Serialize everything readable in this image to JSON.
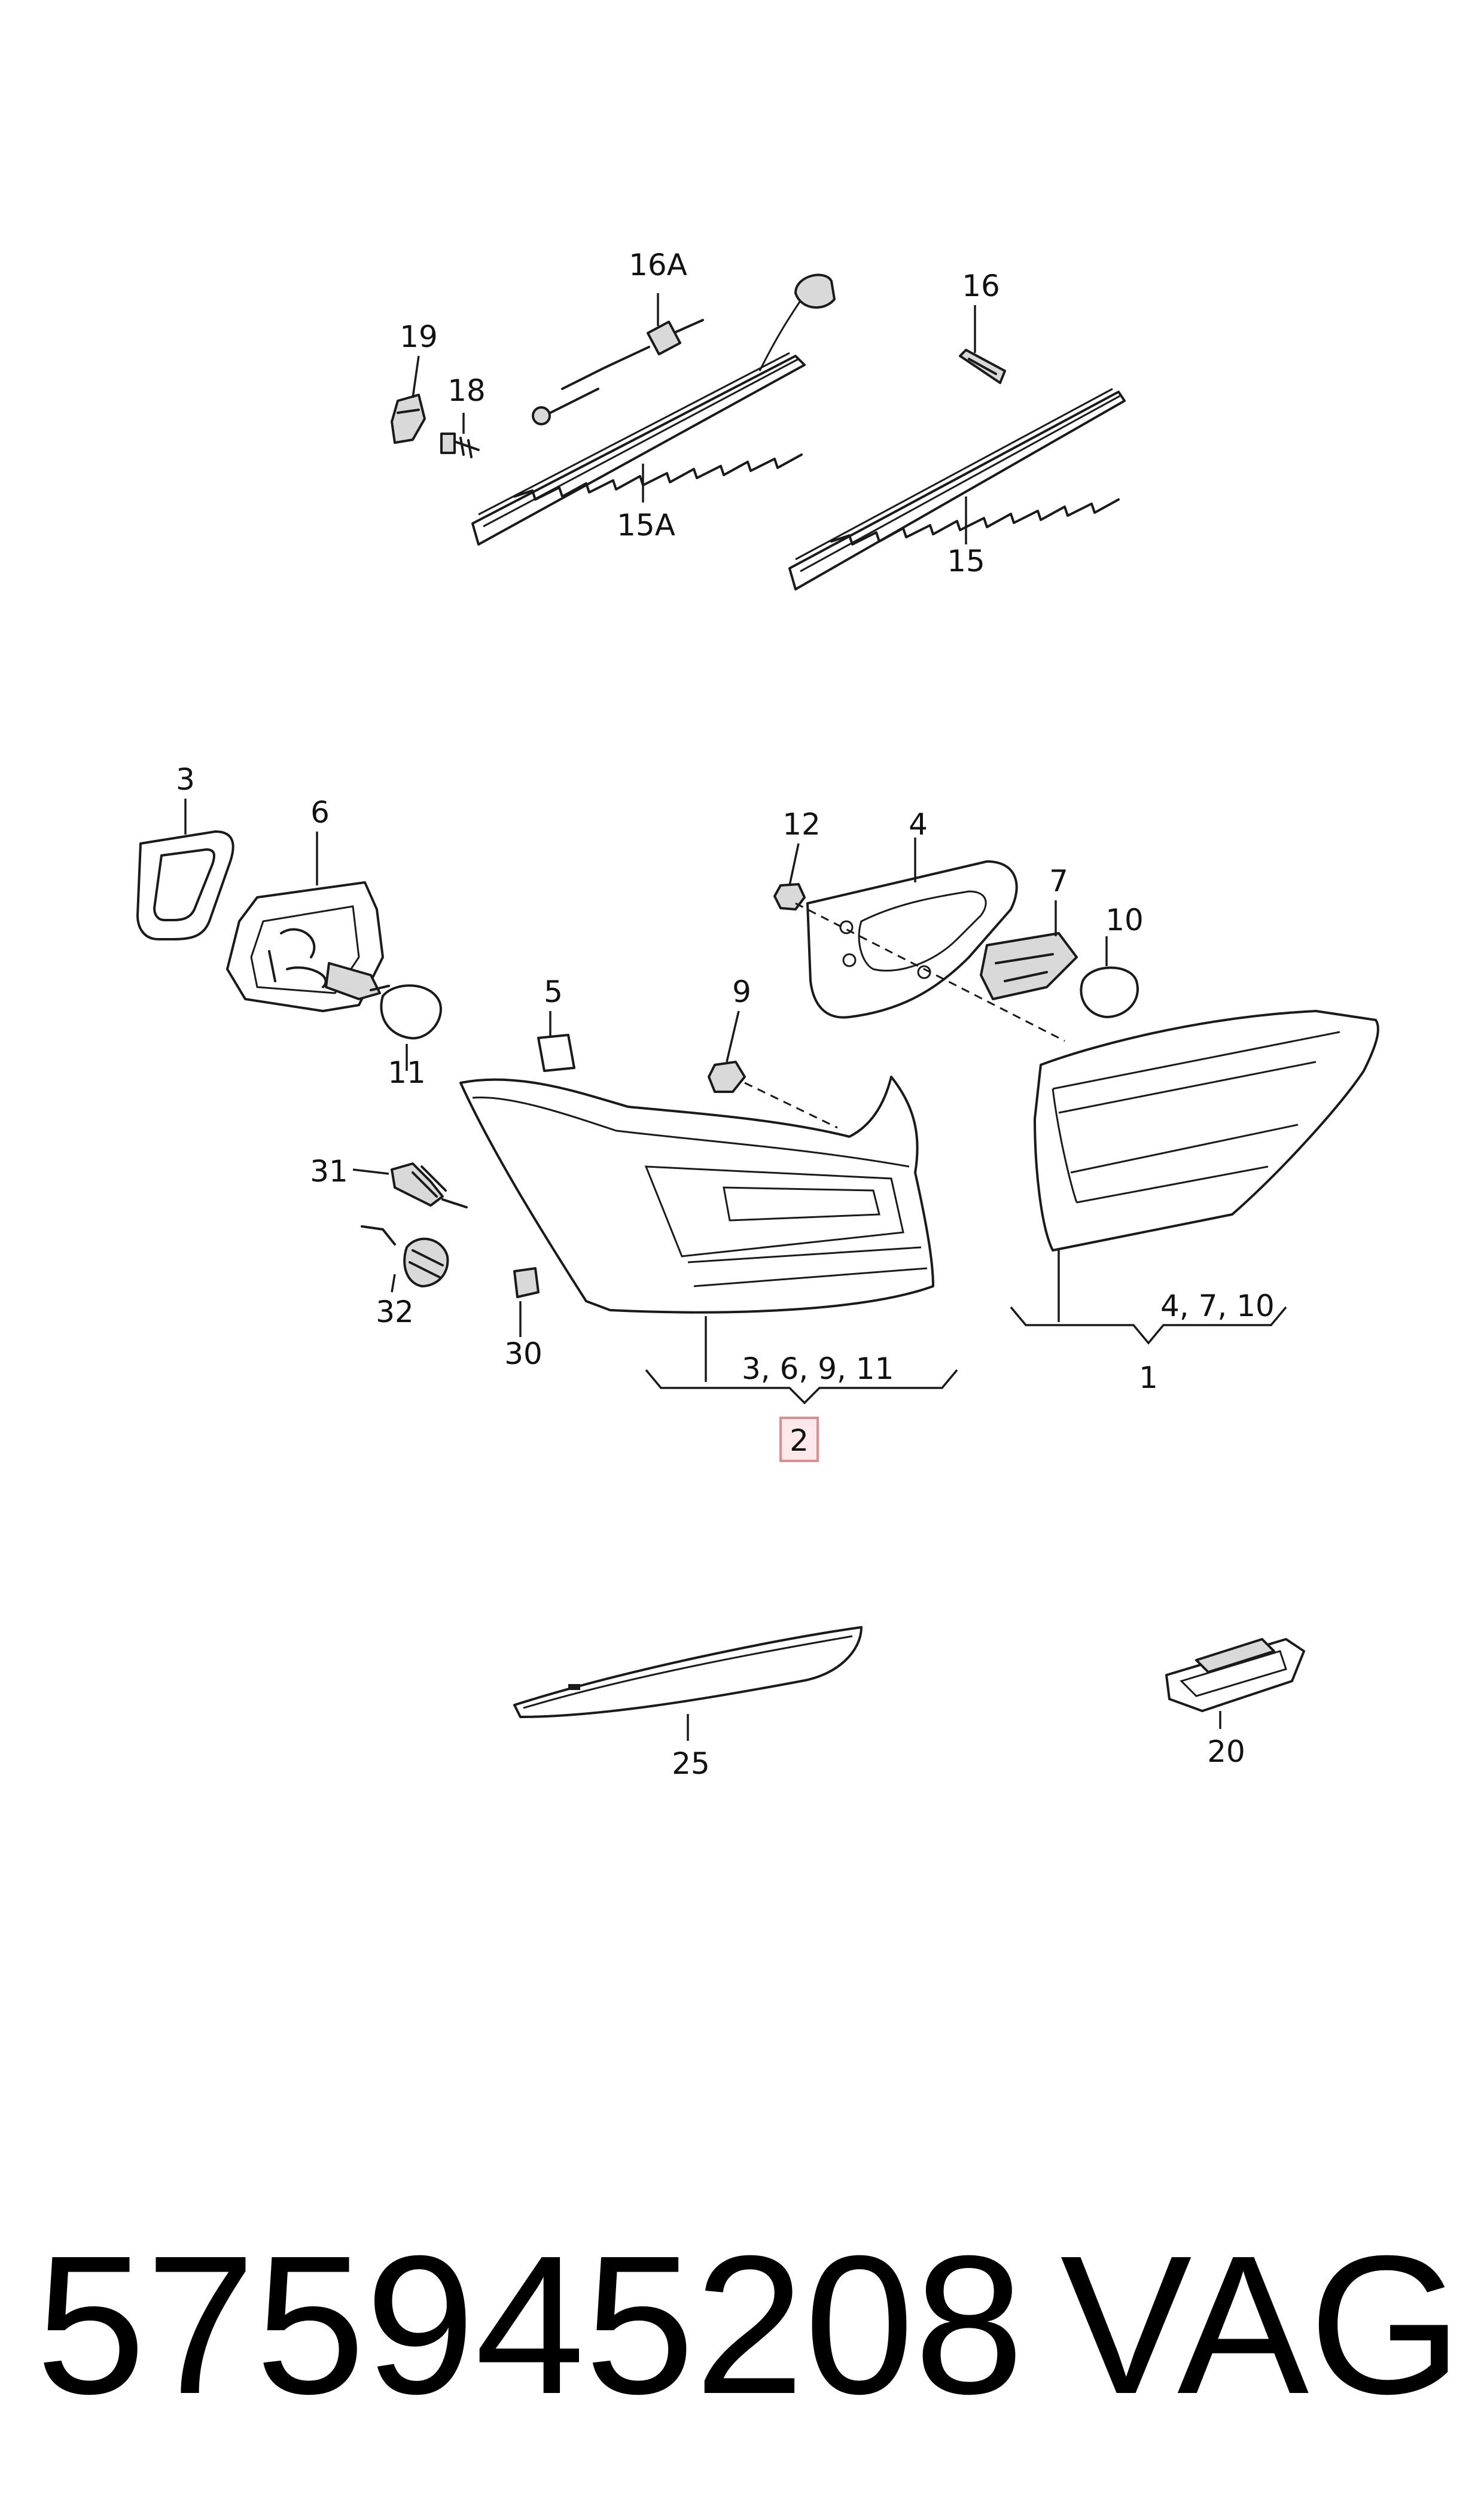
{
  "labels": {
    "l16A": "16A",
    "l19": "19",
    "l18": "18",
    "l15A": "15A",
    "l16": "16",
    "l15": "15",
    "l3": "3",
    "l6": "6",
    "l12": "12",
    "l4": "4",
    "l7": "7",
    "l10": "10",
    "l5": "5",
    "l9": "9",
    "l11": "11",
    "l31": "31",
    "l32": "32",
    "l30": "30",
    "group2_items": "3, 6, 9,  11",
    "l2": "2",
    "group1_items": "4, 7, 10",
    "l1": "1",
    "l25": "25",
    "l20": "20"
  },
  "footer": {
    "part_number": "575945208",
    "brand": "VAG"
  },
  "highlight_color": "#e08a94"
}
